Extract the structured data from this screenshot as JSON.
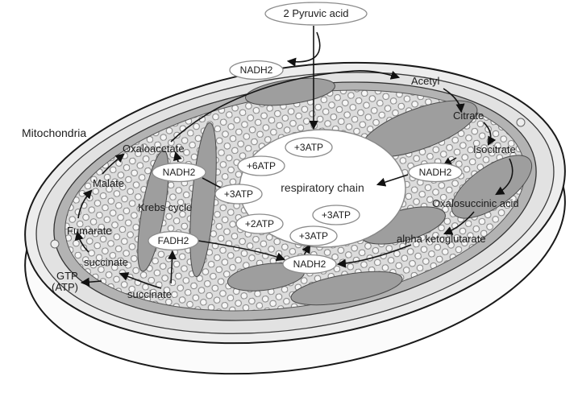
{
  "labels": {
    "mitochondria": "Mitochondria",
    "oxaloacetate": "Oxaloacetate",
    "malate": "Malate",
    "krebs_cycle": "Krebs cycle",
    "fumarate": "Fumarate",
    "succinate_upper": "succinate",
    "gtp_line1": "GTP",
    "gtp_line2": "(ATP)",
    "succinate_lower": "succinate",
    "acetyl": "Acetyl",
    "citrate": "Citrate",
    "isocitrate": "Isocitrate",
    "oxalosuccinate": "Oxalosuccinic acid",
    "alpha_ketoglutarate": "alpha ketoglutarate",
    "respiratory_chain": "respiratory chain"
  },
  "nodes": {
    "pyruvic_acid": "2 Pyruvic acid",
    "nadh2_top": "NADH2",
    "nadh2_left": "NADH2",
    "nadh2_right": "NADH2",
    "nadh2_bottom": "NADH2",
    "fadh2": "FADH2",
    "atp_plus3_top": "+3ATP",
    "atp_plus6": "+6ATP",
    "atp_plus3_left": "+3ATP",
    "atp_plus2": "+2ATP",
    "atp_plus3_bottom": "+3ATP",
    "atp_plus3_right": "+3ATP"
  },
  "colors": {
    "outline": "#1a1a1a",
    "outer_shell": "#ededed",
    "membrane_space": "#b3b3b3",
    "crista_gray": "#9e9e9e",
    "matrix_background": "#dcdcdc",
    "granule_fill": "#f6f6f6",
    "node_fill": "#ffffff",
    "node_stroke": "#8c8c8c"
  }
}
